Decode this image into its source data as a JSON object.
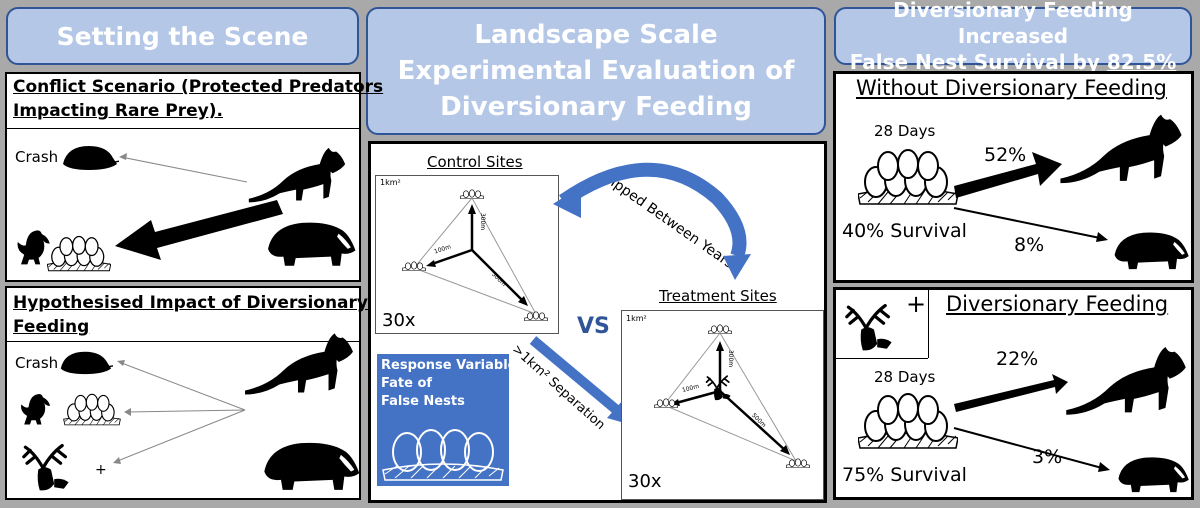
{
  "headers": {
    "left": "Setting the Scene",
    "middle": "Landscape Scale Experimental Evaluation of Diversionary Feeding",
    "right_line1": "Diversionary Feeding Increased",
    "right_line2_prefix": "False Nest Survival by ",
    "right_line2_value": "82.5%"
  },
  "conflict": {
    "title_line1": "Conflict Scenario (Protected Predators",
    "title_line2": "Impacting Rare Prey).",
    "crash": "Crash"
  },
  "hypothesis": {
    "title_line1": "Hypothesised Impact of Diversionary",
    "title_line2": "Feeding",
    "crash": "Crash",
    "plus": "+"
  },
  "experiment": {
    "control_label": "Control Sites",
    "treatment_label": "Treatment Sites",
    "flipped": "Flipped Between Years",
    "area": "1km²",
    "dist_100": "100m",
    "dist_300": "300m",
    "dist_500": "500m",
    "reps_control": "30x",
    "reps_treatment": "30x",
    "vs": "VS",
    "separation": ">1km² Separation",
    "response_line1": "Response Variable:",
    "response_line2": "Fate of",
    "response_line3": "False Nests"
  },
  "without": {
    "title": "Without Diversionary Feeding",
    "days": "28 Days",
    "marten_pct": "52%",
    "badger_pct": "8%",
    "survival": "40% Survival"
  },
  "with": {
    "plus": "+",
    "title": "Diversionary Feeding",
    "days": "28 Days",
    "marten_pct": "22%",
    "badger_pct": "3%",
    "survival": "75% Survival"
  }
}
